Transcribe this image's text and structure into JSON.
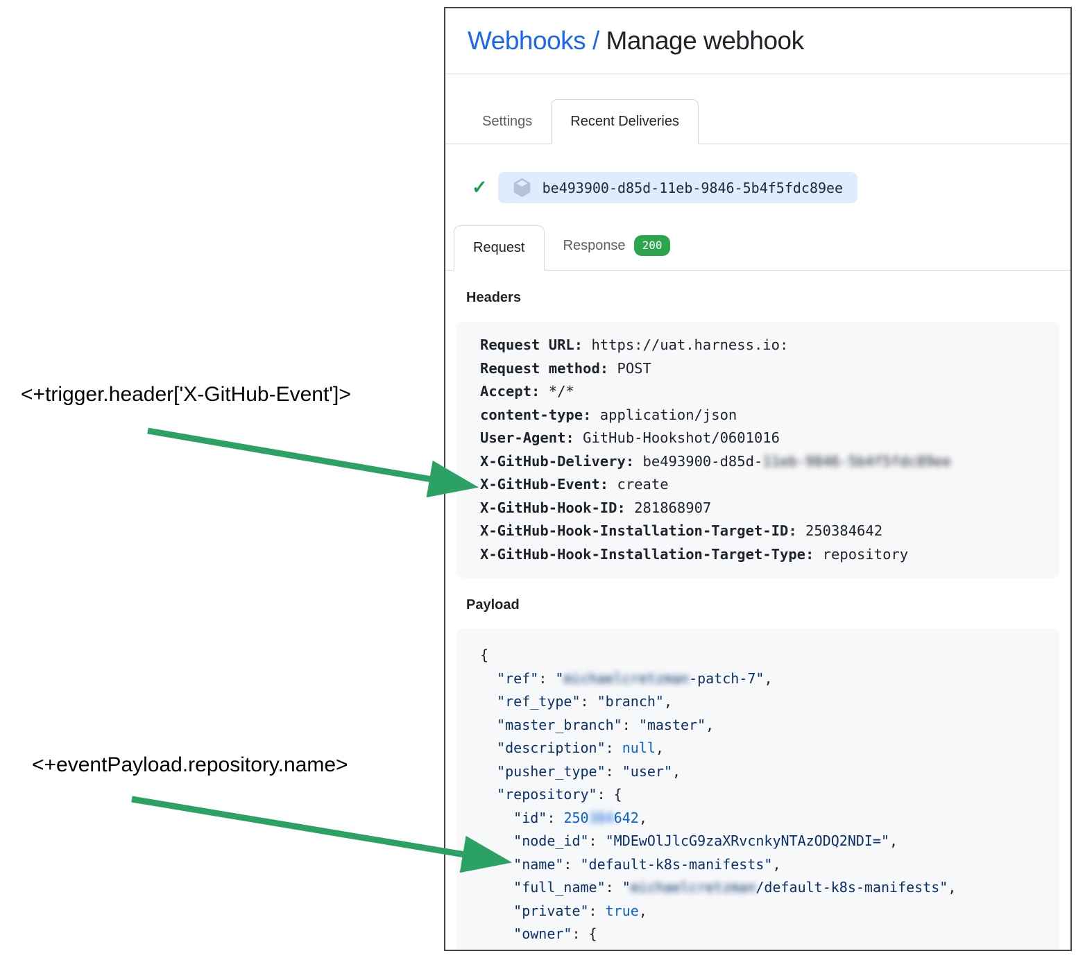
{
  "annotations": {
    "trigger_expression": "<+trigger.header['X-GitHub-Event']>",
    "payload_expression": "<+eventPayload.repository.name>"
  },
  "panel": {
    "breadcrumb": {
      "section": "Webhooks",
      "separator": "/",
      "page": "Manage webhook"
    },
    "tabs": [
      {
        "label": "Settings",
        "active": false
      },
      {
        "label": "Recent Deliveries",
        "active": true
      }
    ],
    "delivery": {
      "status_icon": "check-icon",
      "icon": "package-icon",
      "id": "be493900-d85d-11eb-9846-5b4f5fdc89ee"
    },
    "subtabs": [
      {
        "label": "Request",
        "active": true
      },
      {
        "label": "Response",
        "active": false,
        "badge": "200"
      }
    ],
    "headers": {
      "title": "Headers",
      "lines": [
        {
          "label": "Request URL:",
          "value": "https://uat.harness.io:"
        },
        {
          "label": "Request method:",
          "value": "POST"
        },
        {
          "label": "Accept:",
          "value": "*/*"
        },
        {
          "label": "content-type:",
          "value": "application/json"
        },
        {
          "label": "User-Agent:",
          "value": "GitHub-Hookshot/0601016"
        },
        {
          "label": "X-GitHub-Delivery:",
          "value": "be493900-d85d-",
          "redacted": "11eb-9846-5b4f5fdc89ee"
        },
        {
          "label": "X-GitHub-Event:",
          "value": "create"
        },
        {
          "label": "X-GitHub-Hook-ID:",
          "value": "281868907"
        },
        {
          "label": "X-GitHub-Hook-Installation-Target-ID:",
          "value": "250384642"
        },
        {
          "label": "X-GitHub-Hook-Installation-Target-Type:",
          "value": "repository"
        }
      ]
    },
    "payload": {
      "title": "Payload",
      "lines": [
        [
          [
            "p",
            "{"
          ]
        ],
        [
          [
            "p",
            "  "
          ],
          [
            "k",
            "\"ref\""
          ],
          [
            "p",
            ": "
          ],
          [
            "k",
            "\""
          ],
          [
            "kr",
            "michaelcretzman"
          ],
          [
            "k",
            "-patch-7\""
          ],
          [
            "p",
            ","
          ]
        ],
        [
          [
            "p",
            "  "
          ],
          [
            "k",
            "\"ref_type\""
          ],
          [
            "p",
            ": "
          ],
          [
            "k",
            "\"branch\""
          ],
          [
            "p",
            ","
          ]
        ],
        [
          [
            "p",
            "  "
          ],
          [
            "k",
            "\"master_branch\""
          ],
          [
            "p",
            ": "
          ],
          [
            "k",
            "\"master\""
          ],
          [
            "p",
            ","
          ]
        ],
        [
          [
            "p",
            "  "
          ],
          [
            "k",
            "\"description\""
          ],
          [
            "p",
            ": "
          ],
          [
            "c",
            "null"
          ],
          [
            "p",
            ","
          ]
        ],
        [
          [
            "p",
            "  "
          ],
          [
            "k",
            "\"pusher_type\""
          ],
          [
            "p",
            ": "
          ],
          [
            "k",
            "\"user\""
          ],
          [
            "p",
            ","
          ]
        ],
        [
          [
            "p",
            "  "
          ],
          [
            "k",
            "\"repository\""
          ],
          [
            "p",
            ": {"
          ]
        ],
        [
          [
            "p",
            "    "
          ],
          [
            "k",
            "\"id\""
          ],
          [
            "p",
            ": "
          ],
          [
            "c",
            "250"
          ],
          [
            "cr",
            "384"
          ],
          [
            "c",
            "642"
          ],
          [
            "p",
            ","
          ]
        ],
        [
          [
            "p",
            "    "
          ],
          [
            "k",
            "\"node_id\""
          ],
          [
            "p",
            ": "
          ],
          [
            "k",
            "\"MDEwOlJlcG9zaXRvcnkyNTAzODQ2NDI=\""
          ],
          [
            "p",
            ","
          ]
        ],
        [
          [
            "p",
            "    "
          ],
          [
            "k",
            "\"name\""
          ],
          [
            "p",
            ": "
          ],
          [
            "k",
            "\"default-k8s-manifests\""
          ],
          [
            "p",
            ","
          ]
        ],
        [
          [
            "p",
            "    "
          ],
          [
            "k",
            "\"full_name\""
          ],
          [
            "p",
            ": "
          ],
          [
            "k",
            "\""
          ],
          [
            "kr",
            "michaelcretzman"
          ],
          [
            "k",
            "/default-k8s-manifests\""
          ],
          [
            "p",
            ","
          ]
        ],
        [
          [
            "p",
            "    "
          ],
          [
            "k",
            "\"private\""
          ],
          [
            "p",
            ": "
          ],
          [
            "c",
            "true"
          ],
          [
            "p",
            ","
          ]
        ],
        [
          [
            "p",
            "    "
          ],
          [
            "k",
            "\"owner\""
          ],
          [
            "p",
            ": {"
          ]
        ]
      ]
    }
  },
  "colors": {
    "link_blue": "#1a66f0",
    "arrow_green": "#2ca164",
    "badge_green": "#2da44e",
    "check_green": "#1f9d4d",
    "json_string": "#0a3069",
    "json_constant": "#0b62d8",
    "pill_blue": "#ddedfd",
    "box_gray": "#f6f8fa"
  }
}
